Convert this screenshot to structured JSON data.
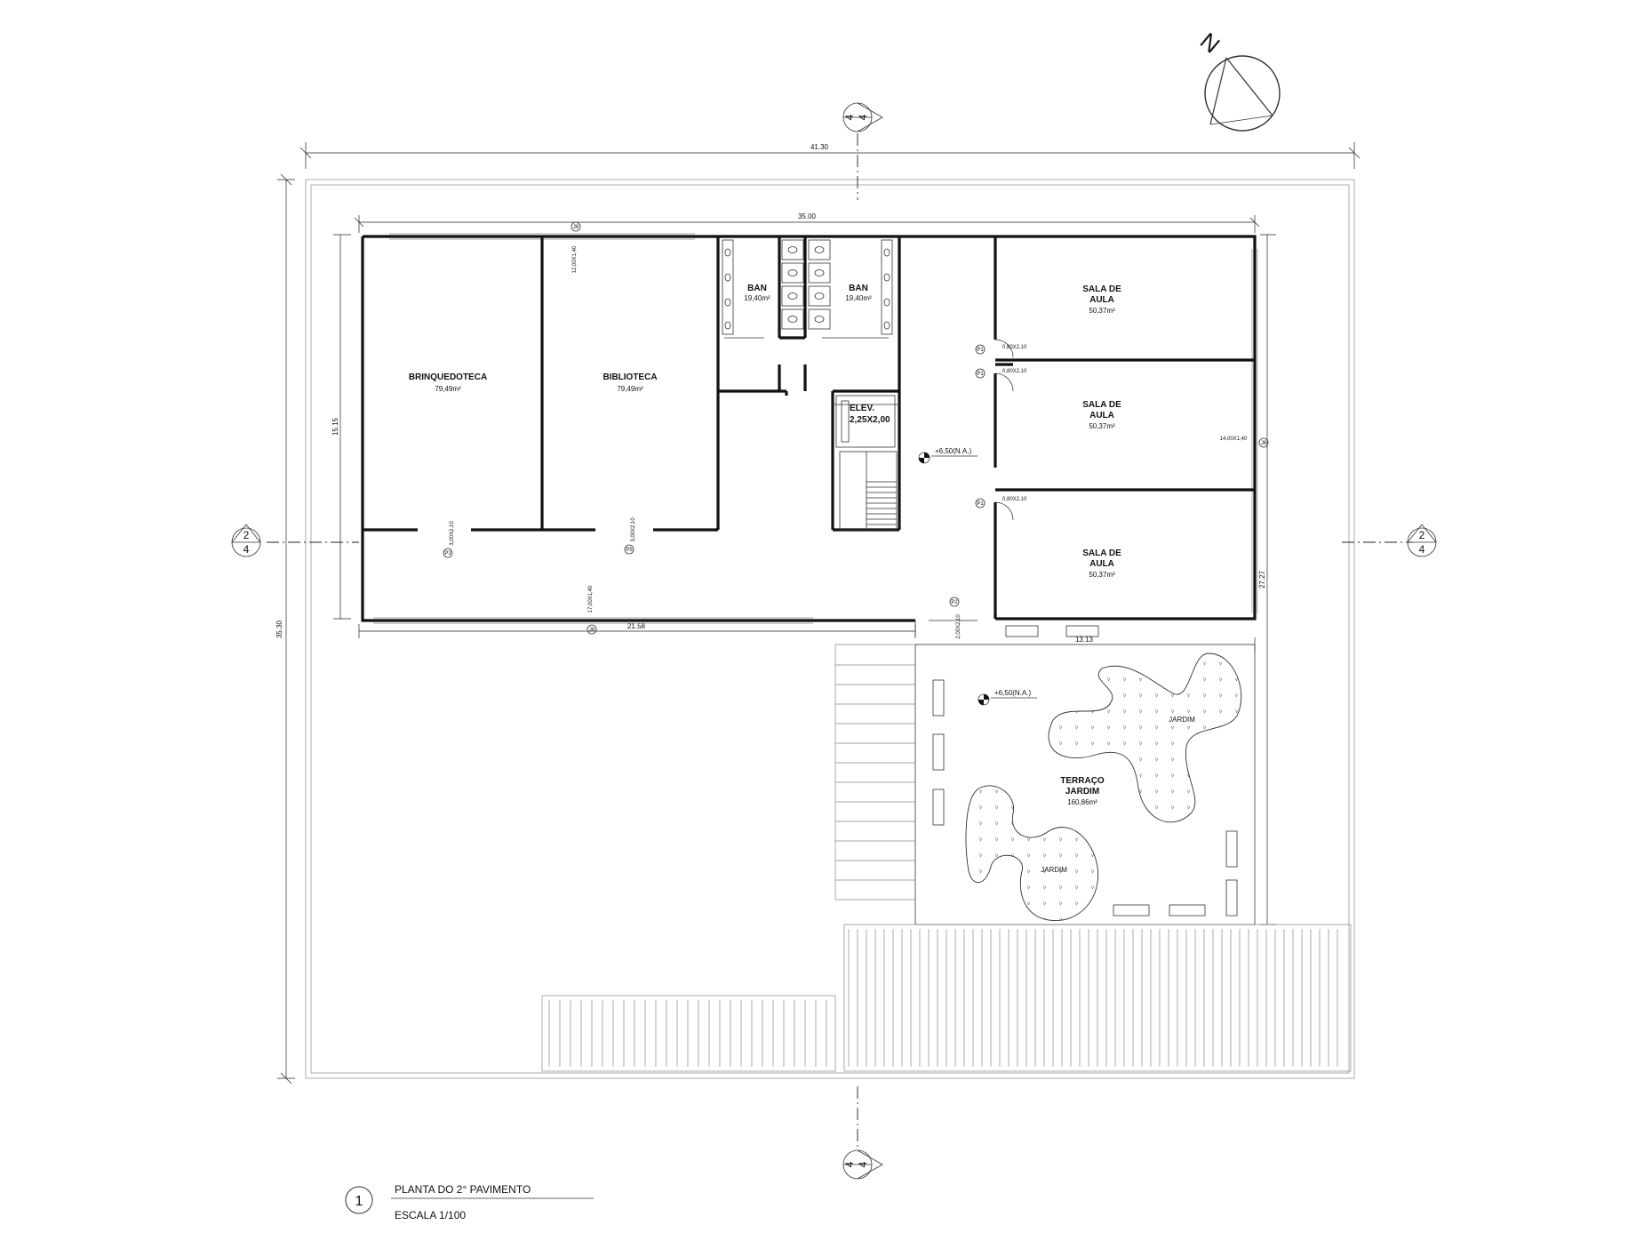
{
  "rooms": {
    "brinquedoteca": {
      "name": "BRINQUEDOTECA",
      "area": "79,49m²"
    },
    "biblioteca": {
      "name": "BIBLIOTECA",
      "area": "79,49m²"
    },
    "ban_left": {
      "name": "BAN",
      "area": "19,40m²"
    },
    "ban_right": {
      "name": "BAN",
      "area": "19,40m²"
    },
    "sala1": {
      "line1": "SALA DE",
      "line2": "AULA",
      "area": "50,37m²"
    },
    "sala2": {
      "line1": "SALA DE",
      "line2": "AULA",
      "area": "50,37m²"
    },
    "sala3": {
      "line1": "SALA DE",
      "line2": "AULA",
      "area": "50,37m²"
    },
    "elevator": {
      "line1": "ELEV.",
      "line2": "2,25X2,00"
    },
    "terrace": {
      "line1": "TERRAÇO",
      "line2": "JARDIM",
      "area": "160,86m²"
    },
    "garden1": "JARDIM",
    "garden2": "JARDIM"
  },
  "levels": {
    "hall": "+6,50(N.A.)",
    "terrace": "+6,50(N.A.)"
  },
  "dimensions": {
    "overall_width": "41.30",
    "building_width": "35.00",
    "overall_height": "35.30",
    "left_height": "15.15",
    "right_height": "27.27",
    "bottom_left": "21.58",
    "terrace_width": "13.13"
  },
  "openings": {
    "window_top": "12,00X1,40",
    "window_bottom": "17,00X1,40",
    "window_right": "14,00X1,40",
    "door_sala1": "0,80X2,10",
    "door_sala2": "0,80X2,10",
    "door_sala3": "0,80X2,10",
    "door_brinq": "3,00X2,10",
    "door_bib": "3,00X2,10",
    "door_exit": "2,00X2,10",
    "tag_j": "J6",
    "tag_p1": "P3",
    "tag_p2": "P5",
    "tag_p3": "P2",
    "tag_pd": "P1"
  },
  "section_marks": {
    "num": "4",
    "side_num_top": "2",
    "side_num_bottom": "4"
  },
  "north": {
    "letter": "N"
  },
  "title_block": {
    "number": "1",
    "title": "PLANTA  DO 2° PAVIMENTO",
    "scale": "ESCALA 1/100"
  }
}
